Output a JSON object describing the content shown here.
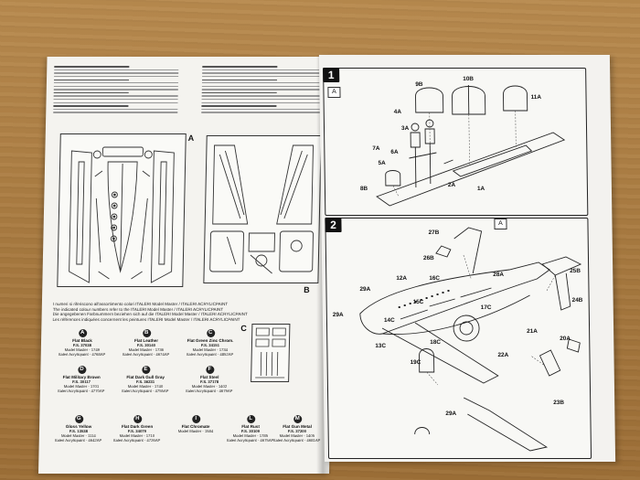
{
  "left_page": {
    "sprue_labels": {
      "a": "A",
      "b": "B",
      "c": "C"
    },
    "legend_lines": [
      "I numeri si riferiscono all'assortimento colori ITALERI Model Master / ITALERI ACRYLICPAINT",
      "The indicated colour numbers refer to the ITALERI Model Master / ITALERI ACRYLICPAINT",
      "Die angegebenen Farbnummern beziehen sich auf die ITALERI Model Master / ITALERI ACRYLICPAINT",
      "Les références indiquées concernent les peintures ITALERI Model Master / ITALERI ACRYLICPAINT"
    ],
    "paints": [
      {
        "letter": "A",
        "name": "Flat Black",
        "fs": "F.S. 37038",
        "mm": "Model Master - 1749",
        "ia": "Italeri Acrylicpaint - 4768AP"
      },
      {
        "letter": "B",
        "name": "Flat Leather",
        "fs": "F.S. 30140",
        "mm": "Model Master - 1736",
        "ia": "Italeri Acrylicpaint - 4674AP"
      },
      {
        "letter": "C",
        "name": "Flat Green Zinc Chrom.",
        "fs": "F.S. 34151",
        "mm": "Model Master - 1734",
        "ia": "Italeri Acrylicpaint - 4852AP"
      },
      {
        "letter": "D",
        "name": "Flat Military Brown",
        "fs": "F.S. 30117",
        "mm": "Model Master - 1701",
        "ia": "Italeri Acrylicpaint - 4770AP"
      },
      {
        "letter": "E",
        "name": "Flat Dark Gull Gray",
        "fs": "F.S. 36231",
        "mm": "Model Master - 1740",
        "ia": "Italeri Acrylicpaint - 4755AP"
      },
      {
        "letter": "F",
        "name": "Flat Steel",
        "fs": "F.S. 37178",
        "mm": "Model Master - 1402",
        "ia": "Italeri Acrylicpaint - 4679AP"
      },
      {
        "letter": "G",
        "name": "Gloss Yellow",
        "fs": "F.S. 13538",
        "mm": "Model Master - 1114",
        "ia": "Italeri Acrylicpaint - 4642AP"
      },
      {
        "letter": "H",
        "name": "Flat Dark Green",
        "fs": "F.S. 34079",
        "mm": "Model Master - 1710",
        "ia": "Italeri Acrylicpaint - 4726AP"
      },
      {
        "letter": "I",
        "name": "Flat Chromate",
        "fs": "",
        "mm": "Model Master - 1584",
        "ia": ""
      },
      {
        "letter": "L",
        "name": "Flat Rust",
        "fs": "F.S. 30109",
        "mm": "Model Master - 1785",
        "ia": "Italeri Acrylicpaint - 4675AP"
      },
      {
        "letter": "M",
        "name": "Flat Gun Metal",
        "fs": "F.S. 37200",
        "mm": "Model Master - 1405",
        "ia": "Italeri Acrylicpaint - 4681AP"
      }
    ]
  },
  "right_page": {
    "step1": {
      "number": "1",
      "view": "A",
      "callouts": [
        "9B",
        "10B",
        "11A",
        "4A",
        "3A",
        "7A",
        "6A",
        "5A",
        "2A",
        "1A",
        "8B"
      ]
    },
    "step2": {
      "number": "2",
      "view": "A",
      "callouts": [
        "27B",
        "26B",
        "25B",
        "24B",
        "12A",
        "16C",
        "28A",
        "29A",
        "29A",
        "14C",
        "15C",
        "17C",
        "13C",
        "18C",
        "19C",
        "21A",
        "20A",
        "22A",
        "23B",
        "29A"
      ]
    }
  }
}
